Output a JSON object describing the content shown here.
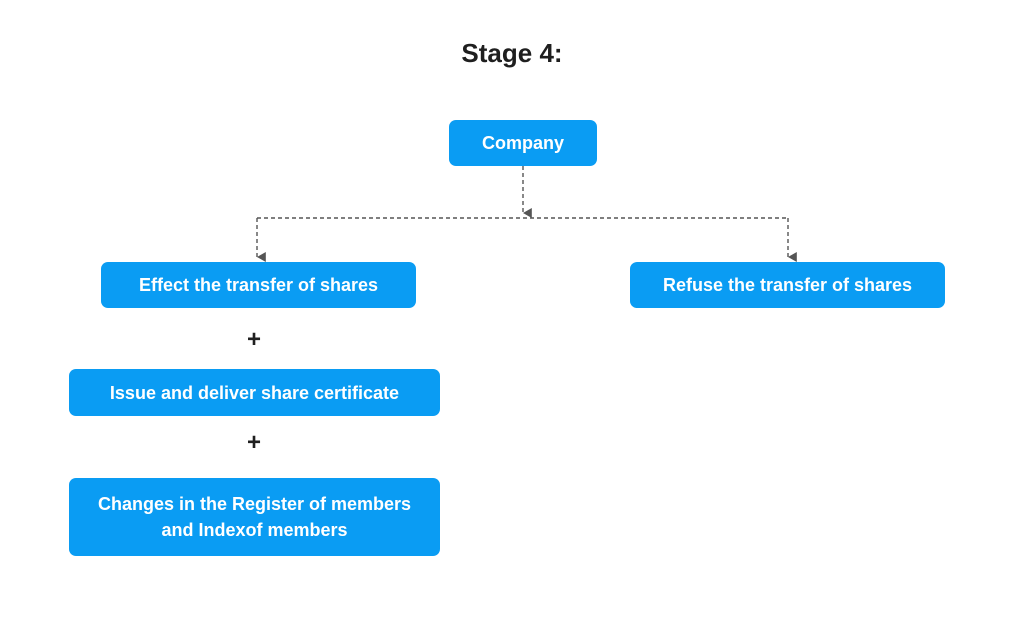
{
  "title": "Stage 4:",
  "nodes": {
    "company": "Company",
    "effect": "Effect the transfer of shares",
    "refuse": "Refuse the transfer of shares",
    "issue": "Issue and deliver share certificate",
    "changes_line1": "Changes in the Register of members",
    "changes_line2": "and Indexof members"
  },
  "connectors": {
    "plus_1": "+",
    "plus_2": "+"
  },
  "colors": {
    "box_fill": "#0a9cf3",
    "box_text": "#ffffff",
    "connector": "#555555",
    "title_text": "#1f1f1f"
  }
}
